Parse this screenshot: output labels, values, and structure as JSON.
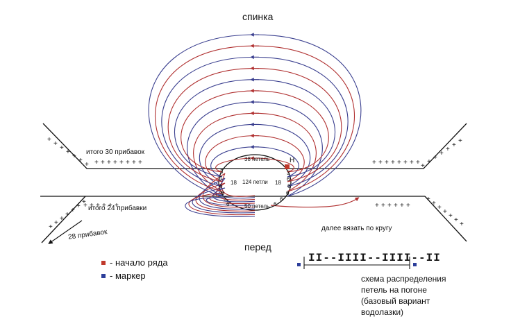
{
  "titles": {
    "back": "спинка",
    "front": "перед"
  },
  "labels": {
    "back_increases": "итого 30 прибавок",
    "front_increases": "итого 24 прибавки",
    "sleeve_increases": "28 прибавок",
    "top_loops": "38 петель",
    "middle_loops": "124 петли",
    "bottom_loops": "50 петель",
    "continue_round": "далее вязать по кругу",
    "marker_h": "Н",
    "left_18": "18",
    "right_18": "18",
    "count_3": "3",
    "count_6": "6"
  },
  "legend": {
    "row_start": "- начало ряда",
    "marker": "- маркер"
  },
  "scheme": {
    "pattern": "II--IIII--IIII--II",
    "caption": [
      "схема распределения",
      "петель на погоне",
      "(базовый вариант",
      "водолазки)"
    ]
  },
  "colors": {
    "red": "#b03030",
    "blue": "#3a3f8f",
    "black": "#111111",
    "marker_red": "#c0392b",
    "marker_blue": "#2c3e9a"
  }
}
